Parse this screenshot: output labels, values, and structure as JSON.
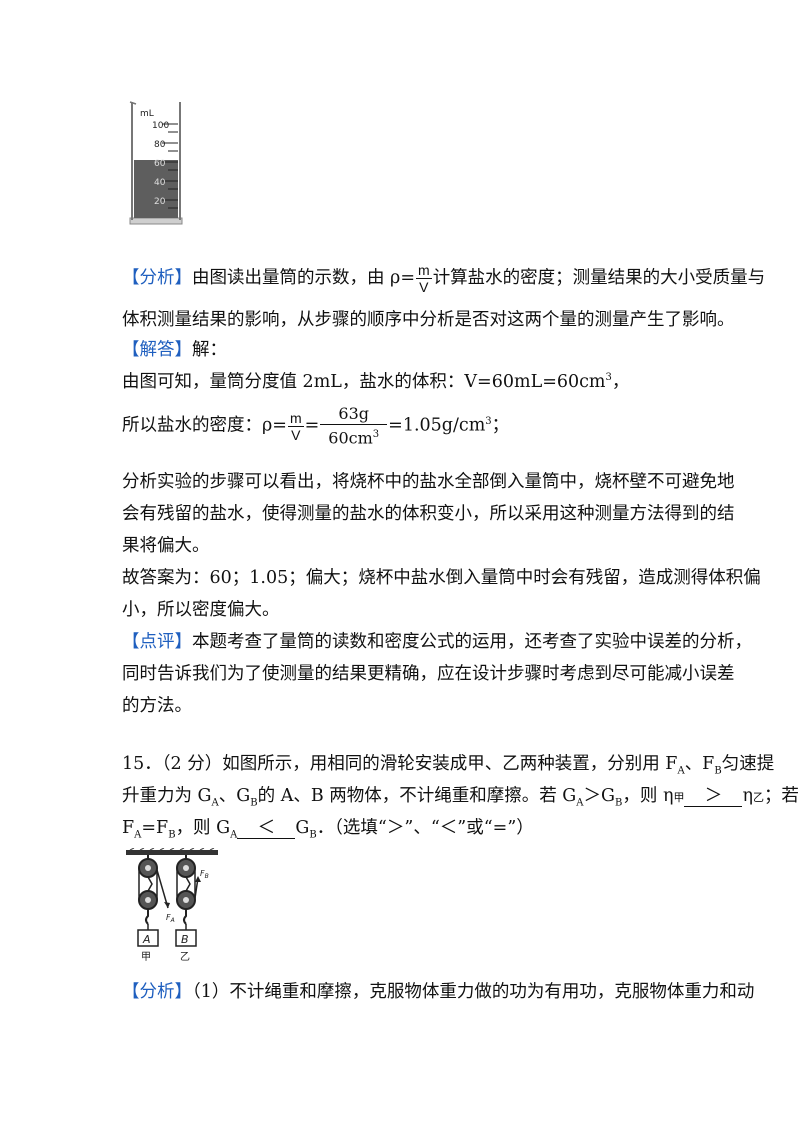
{
  "figure1": {
    "unit": "mL",
    "ticks": [
      "100",
      "80",
      "60",
      "40",
      "20"
    ],
    "liquid_level_ml": 60
  },
  "q14": {
    "analysis_tag": "【分析】",
    "analysis_l1_a": "由图读出量筒的示数，由 ρ=",
    "frac_m": "m",
    "frac_v": "V",
    "analysis_l1_b": "计算盐水的密度；测量结果的大小受质量与",
    "analysis_l2": "体积测量结果的影响，从步骤的顺序中分析是否对这两个量的测量产生了影响。",
    "solution_tag": "【解答】",
    "solution_word": "解：",
    "sol_l1_a": "由图可知，量筒分度值 2mL，盐水的体积：V=60mL=60cm",
    "sup3": "3",
    "sol_l1_end": "，",
    "sol_l2_a": "所以盐水的密度：ρ=",
    "sol_l2_eq": "=",
    "frac_63g": "63g",
    "frac_60cm": "60cm",
    "sol_l2_b": "=1.05g/cm",
    "sol_l2_end": "；",
    "sol_l3": "分析实验的步骤可以看出，将烧杯中的盐水全部倒入量筒中，烧杯壁不可避免地",
    "sol_l4": "会有残留的盐水，使得测量的盐水的体积变小，所以采用这种测量方法得到的结",
    "sol_l5": "果将偏大。",
    "answer_l1": "故答案为：60；1.05；偏大；烧杯中盐水倒入量筒中时会有残留，造成测得体积偏",
    "answer_l2": "小，所以密度偏大。",
    "comment_tag": "【点评】",
    "comment_l1": "本题考查了量筒的读数和密度公式的运用，还考查了实验中误差的分析，",
    "comment_l2": "同时告诉我们为了使测量的结果更精确，应在设计步骤时考虑到尽可能减小误差",
    "comment_l3": "的方法。"
  },
  "q15": {
    "number": "15．",
    "score": "（2 分）",
    "l1_a": "如图所示，用相同的滑轮安装成甲、乙两种装置，分别用 F",
    "sub_A": "A",
    "sep1": "、F",
    "sub_B": "B",
    "l1_b": "匀速提",
    "l2_a": "升重力为 G",
    "l2_sep": "、G",
    "l2_b": "的 A、B 两物体，不计绳重和摩擦。若 G",
    "l2_gt": "＞G",
    "l2_c": "，则 η",
    "jia": "甲",
    "blank1": "＞",
    "eta2": "η",
    "yi": "乙",
    "l2_d": "；若",
    "l3_a": "F",
    "l3_eq": "=F",
    "l3_b": "，则 G",
    "blank2": "＜",
    "l3_c": "G",
    "l3_d": "．（选填“＞”、“＜”或“=”）",
    "analysis_tag": "【分析】",
    "analysis_l1": "（1）不计绳重和摩擦，克服物体重力做的功为有用功，克服物体重力和动"
  },
  "figure2": {
    "labels": [
      "A",
      "B"
    ],
    "captions": [
      "甲",
      "乙"
    ],
    "force_labels": [
      "F",
      "F"
    ],
    "force_subs": [
      "A",
      "B"
    ]
  }
}
